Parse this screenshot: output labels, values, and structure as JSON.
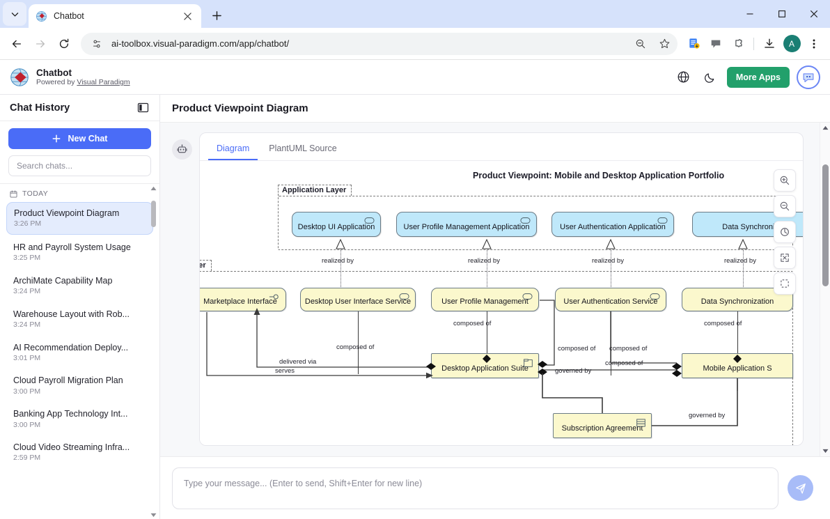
{
  "browser": {
    "tab": {
      "title": "Chatbot",
      "favicon_icon": "visual-paradigm-globe-icon",
      "close_icon": "close-icon"
    },
    "tablist_menu_icon": "chevron-down-icon",
    "new_tab_icon": "plus-icon",
    "window_controls": {
      "minimize": "minimize-icon",
      "maximize": "maximize-icon",
      "close": "close-icon"
    },
    "nav": {
      "back_icon": "back-arrow-icon",
      "forward_icon": "forward-arrow-icon",
      "reload_icon": "reload-icon"
    },
    "omnibox": {
      "site_settings_icon": "tune-icon",
      "url": "ai-toolbox.visual-paradigm.com/app/chatbot/",
      "zoom_icon": "zoom-out-magnifier-icon",
      "bookmark_icon": "star-icon"
    },
    "toolbar_icons": [
      "doc-save-extension-icon",
      "comment-extension-icon",
      "puzzle-extensions-icon",
      "download-icon"
    ],
    "profile_initial": "A",
    "menu_icon": "three-dots-vertical-icon"
  },
  "app_header": {
    "logo_icon": "visual-paradigm-logo-icon",
    "title": "Chatbot",
    "subtitle_prefix": "Powered by ",
    "subtitle_link": "Visual Paradigm",
    "language_icon": "globe-icon",
    "theme_icon": "moon-icon",
    "more_apps_label": "More Apps",
    "bot_avatar_icon": "chat-bot-avatar-icon"
  },
  "sidebar": {
    "title": "Chat History",
    "collapse_icon": "panel-collapse-icon",
    "new_chat_label": "New Chat",
    "new_chat_icon": "plus-icon",
    "search_placeholder": "Search chats...",
    "group_label": "TODAY",
    "group_icon": "calendar-icon",
    "items": [
      {
        "title": "Product Viewpoint Diagram",
        "time": "3:26 PM",
        "active": true
      },
      {
        "title": "HR and Payroll System Usage",
        "time": "3:25 PM",
        "active": false
      },
      {
        "title": "ArchiMate Capability Map",
        "time": "3:24 PM",
        "active": false
      },
      {
        "title": "Warehouse Layout with Rob...",
        "time": "3:24 PM",
        "active": false
      },
      {
        "title": "AI Recommendation Deploy...",
        "time": "3:01 PM",
        "active": false
      },
      {
        "title": "Cloud Payroll Migration Plan",
        "time": "3:00 PM",
        "active": false
      },
      {
        "title": "Banking App Technology Int...",
        "time": "3:00 PM",
        "active": false
      },
      {
        "title": "Cloud Video Streaming Infra...",
        "time": "2:59 PM",
        "active": false
      }
    ],
    "scroll_up_icon": "scroll-up-arrow-icon",
    "scroll_down_icon": "scroll-down-arrow-icon"
  },
  "main": {
    "page_title": "Product Viewpoint Diagram",
    "message_avatar_icon": "robot-icon",
    "tabs": [
      {
        "label": "Diagram",
        "active": true
      },
      {
        "label": "PlantUML Source",
        "active": false
      }
    ],
    "diagram_toolbar": [
      {
        "icon": "zoom-in-icon"
      },
      {
        "icon": "zoom-out-icon"
      },
      {
        "icon": "reset-zoom-icon"
      },
      {
        "icon": "fit-to-screen-icon"
      },
      {
        "icon": "select-area-icon"
      }
    ]
  },
  "diagram": {
    "title": "Product Viewpoint: Mobile and Desktop Application Portfolio",
    "layers": [
      {
        "name": "Application Layer"
      },
      {
        "name": "ayer"
      }
    ],
    "application_nodes": [
      "Desktop UI Application",
      "User Profile Management Application",
      "User Authentication Application",
      "Data Synchronizatio"
    ],
    "service_nodes": [
      "Marketplace Interface",
      "Desktop User Interface Service",
      "User Profile Management",
      "User Authentication Service",
      "Data Synchronization",
      "Desktop Application Suite",
      "Mobile Application S",
      "Subscription Agreement"
    ],
    "relation_labels": {
      "realized_by": "realized by",
      "composed_of": "composed of",
      "delivered_via": "delivered via",
      "serves": "serves",
      "governed_by": "governed by"
    },
    "colors": {
      "application": "#bfe8fa",
      "service": "#fbf8cd",
      "stroke": "#6b7b86"
    }
  },
  "composer": {
    "placeholder": "Type your message... (Enter to send, Shift+Enter for new line)",
    "value": "",
    "send_icon": "send-paper-plane-icon"
  },
  "scrollbars": {
    "conversation_up_icon": "scroll-up-arrow-icon",
    "conversation_down_icon": "scroll-down-arrow-icon"
  }
}
